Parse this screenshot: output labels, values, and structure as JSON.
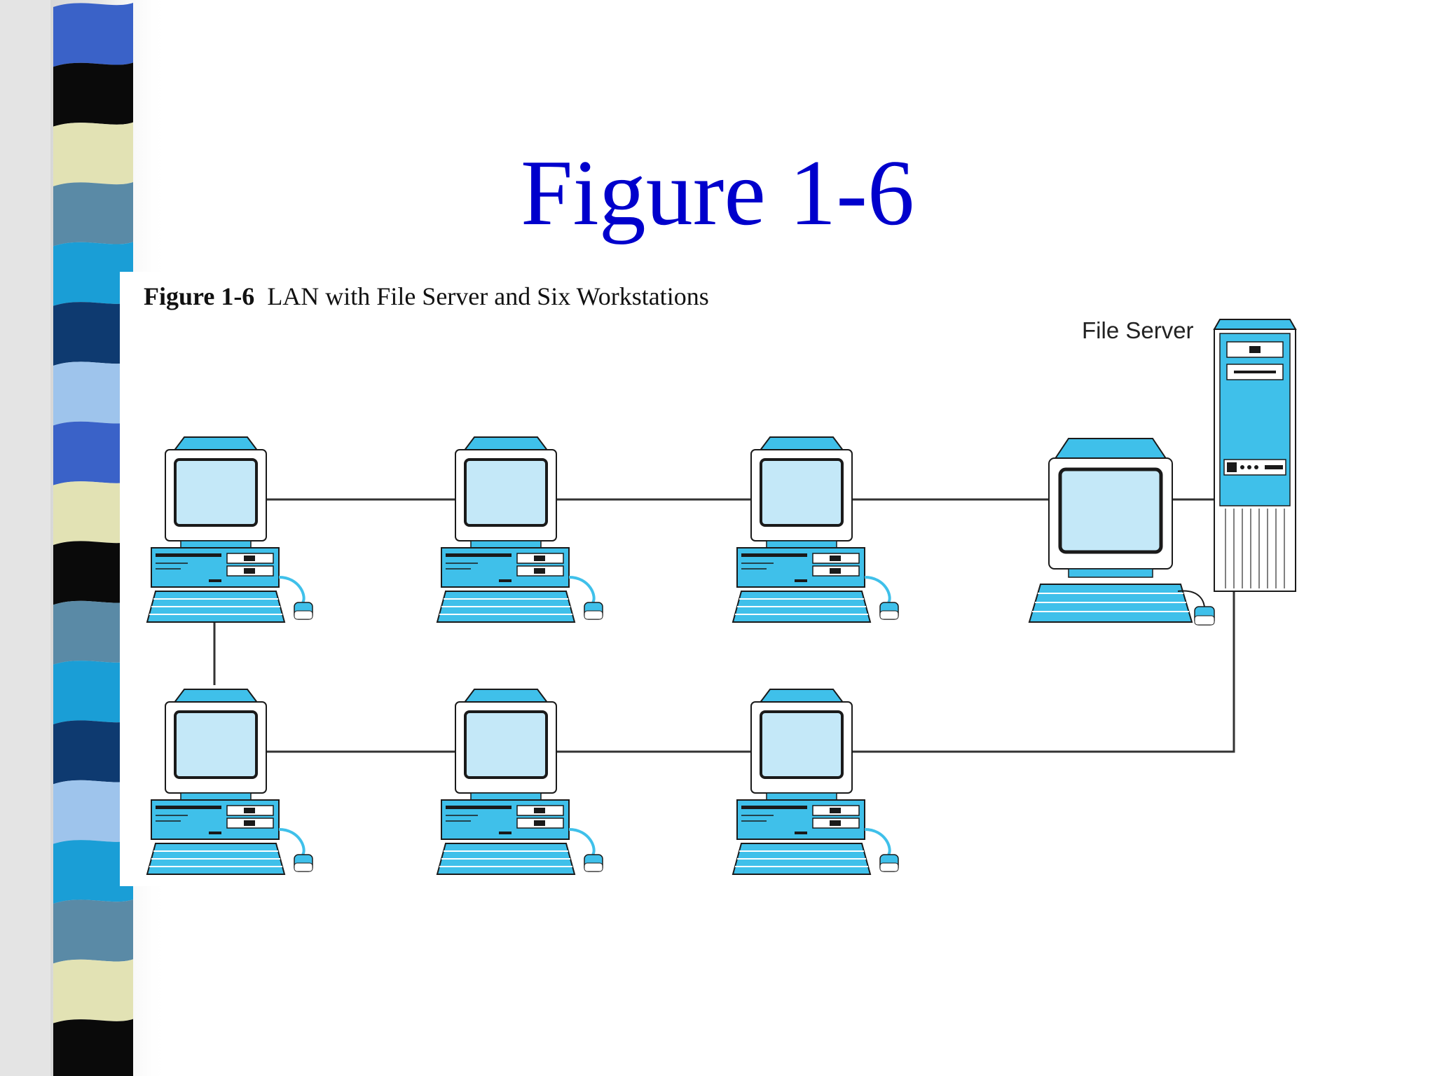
{
  "slide": {
    "title": "Figure 1-6",
    "title_color": "#0000cc"
  },
  "figure": {
    "caption_number": "Figure 1-6",
    "caption_text": "LAN with File Server and Six Workstations",
    "server_label": "File Server"
  },
  "palette": {
    "device_fill": "#3fc0ea",
    "device_light": "#c4e8f8",
    "outline": "#1a1a1a",
    "cable": "#333333",
    "band_colors": [
      "#3a62c8",
      "#0a0a0a",
      "#e2e2b4",
      "#5a8aa6",
      "#1a9ed6",
      "#0e3a70",
      "#9ec4ec"
    ]
  },
  "nodes": [
    {
      "id": "ws-1",
      "kind": "workstation",
      "row": "top",
      "column": 1
    },
    {
      "id": "ws-2",
      "kind": "workstation",
      "row": "top",
      "column": 2
    },
    {
      "id": "ws-3",
      "kind": "workstation",
      "row": "top",
      "column": 3
    },
    {
      "id": "ws-4",
      "kind": "workstation",
      "row": "bottom",
      "column": 1
    },
    {
      "id": "ws-5",
      "kind": "workstation",
      "row": "bottom",
      "column": 2
    },
    {
      "id": "ws-6",
      "kind": "workstation",
      "row": "bottom",
      "column": 3
    },
    {
      "id": "server-console",
      "kind": "server-console",
      "row": "top",
      "column": 4
    },
    {
      "id": "file-server",
      "kind": "server-tower",
      "row": "top",
      "column": 5
    }
  ],
  "links": [
    [
      "ws-1",
      "ws-2"
    ],
    [
      "ws-2",
      "ws-3"
    ],
    [
      "ws-3",
      "server-console"
    ],
    [
      "server-console",
      "file-server"
    ],
    [
      "ws-1",
      "ws-4"
    ],
    [
      "ws-4",
      "ws-5"
    ],
    [
      "ws-5",
      "ws-6"
    ],
    [
      "ws-6",
      "file-server"
    ]
  ]
}
